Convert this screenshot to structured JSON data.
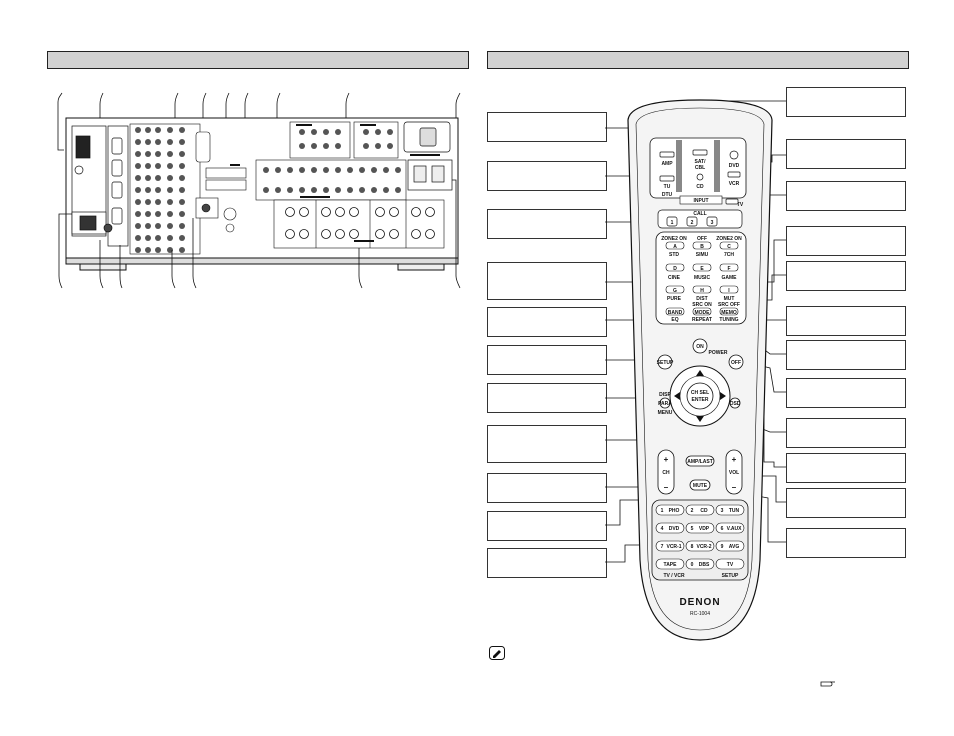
{
  "remote": {
    "brand": "DENON",
    "model": "RC-1004",
    "sources": {
      "amp": "AMP",
      "tu": "TU",
      "dtu": "DTU",
      "satcbl": "SAT/\nCBL",
      "cd": "CD",
      "dvd": "DVD",
      "vcr": "VCR",
      "tv": "TV",
      "input": "INPUT"
    },
    "call": "CALL",
    "call_buttons": [
      "1",
      "2",
      "3"
    ],
    "row_labels": {
      "r1": [
        "ZONE2 ON",
        "OFF",
        "ZONE2 ON"
      ],
      "r2": [
        "STD",
        "SIMU",
        "7CH"
      ],
      "r3": [
        "CINE",
        "MUSIC",
        "GAME"
      ],
      "r4": [
        "PURE",
        "D/ST",
        "MUT"
      ]
    },
    "letter_buttons": [
      "A",
      "B",
      "C",
      "D",
      "E",
      "F",
      "G",
      "H",
      "I"
    ],
    "band": "BAND",
    "mode": "MODE",
    "memo": "MEMO",
    "src_on": "SRC ON",
    "src_off": "SRC OFF",
    "eq": "EQ",
    "repeat": "REPEAT",
    "tuning": "TUNING",
    "on": "ON",
    "power": "POWER",
    "off": "OFF",
    "setup": "SETUP",
    "ch_sel": "CH SEL",
    "enter": "ENTER",
    "disp": "DISP",
    "para": "PARA",
    "osd": "OSD",
    "menu": "MENU",
    "ch": "CH",
    "vol": "VOL",
    "amp_last": "AMP/LAST",
    "mute": "MUTE",
    "numpad": [
      {
        "n": "1",
        "l": "PHO"
      },
      {
        "n": "2",
        "l": "CD"
      },
      {
        "n": "3",
        "l": "TUN"
      },
      {
        "n": "4",
        "l": "DVD"
      },
      {
        "n": "5",
        "l": "VDP"
      },
      {
        "n": "6",
        "l": "V.AUX"
      },
      {
        "n": "7",
        "l": "VCR-1"
      },
      {
        "n": "8",
        "l": "VCR-2"
      },
      {
        "n": "9",
        "l": "AVG"
      },
      {
        "n": "TAPE",
        "l": ""
      },
      {
        "n": "0",
        "l": "DBS"
      },
      {
        "n": "TV",
        "l": ""
      }
    ],
    "bottom_left": "TV / VCR",
    "bottom_right": "SETUP"
  },
  "colors": {
    "header_bar": "#d2d2d2",
    "line": "#111111",
    "remote_body": "#f4f4f4"
  }
}
